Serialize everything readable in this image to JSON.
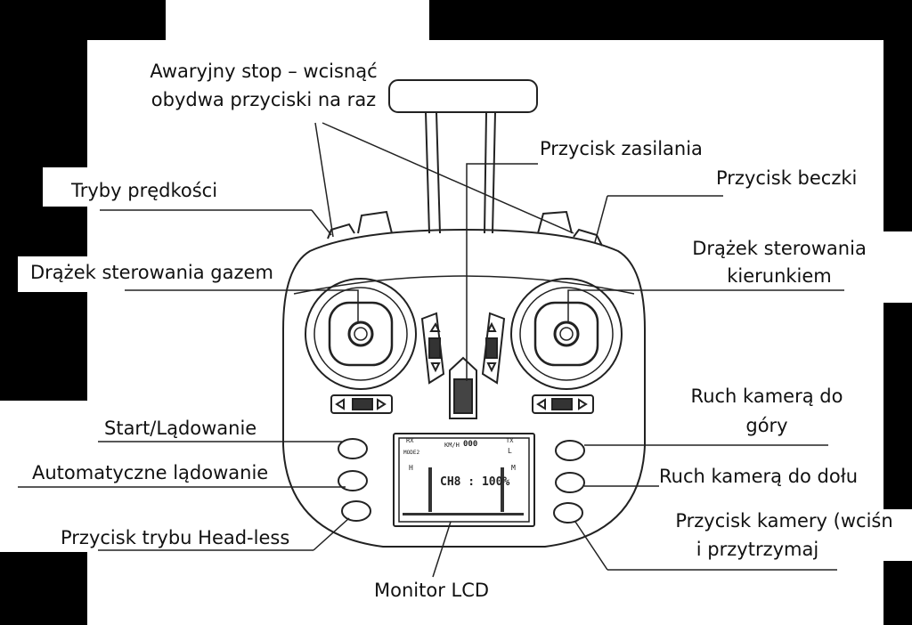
{
  "labels": {
    "emergency_stop": [
      "Awaryjny stop – wcisnąć",
      "obydwa przyciski na raz"
    ],
    "power_button": "Przycisk zasilania",
    "barrel_button": "Przycisk beczki",
    "speed_modes": "Tryby prędkości",
    "throttle_stick": "Drążek sterowania gazem",
    "direction_stick": [
      "Drążek sterowania",
      "kierunkiem"
    ],
    "takeoff_landing": "Start/Lądowanie",
    "auto_landing": "Automatyczne lądowanie",
    "headless_button": "Przycisk trybu Head-less",
    "camera_up": [
      "Ruch kamerą do",
      "góry"
    ],
    "camera_down": "Ruch kamerą do dołu",
    "camera_button": [
      "Przycisk kamery (wciśn",
      "i przytrzymaj"
    ],
    "lcd_monitor": "Monitor LCD"
  },
  "lcd": {
    "rx": "RX",
    "tx": "TX",
    "kmh": "KM/H",
    "kmh_val": "000",
    "mode": "MODE2",
    "h": "H",
    "l": "L",
    "m": "M",
    "ch": "CH8 : 100%"
  },
  "colors": {
    "line": "#222222",
    "background": "#ffffff",
    "frame": "#000000"
  }
}
